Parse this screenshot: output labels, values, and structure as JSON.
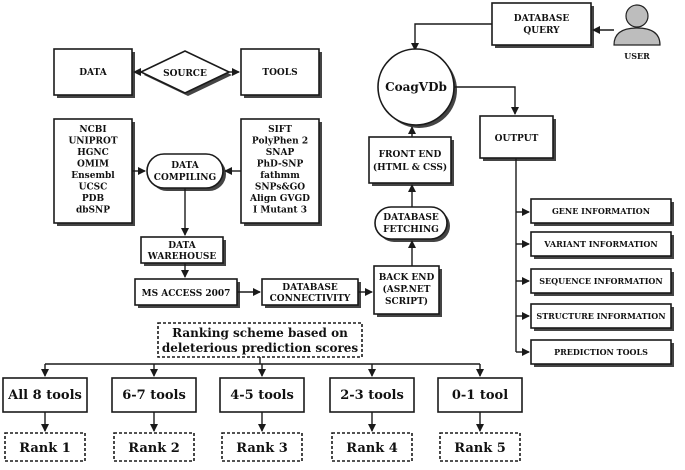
{
  "diagram": {
    "user_label": "USER",
    "database_query": [
      "DATABASE",
      "QUERY"
    ],
    "coagvdb": "CoagVDb",
    "output": "OUTPUT",
    "output_items": [
      "GENE INFORMATION",
      "VARIANT INFORMATION",
      "SEQUENCE INFORMATION",
      "STRUCTURE INFORMATION",
      "PREDICTION TOOLS"
    ],
    "front_end": [
      "FRONT END",
      "(HTML & CSS)"
    ],
    "database_fetching": [
      "DATABASE",
      "FETCHING"
    ],
    "back_end": [
      "BACK END",
      "(ASP.NET",
      "SCRIPT)"
    ],
    "data": "DATA",
    "source": "SOURCE",
    "tools": "TOOLS",
    "data_sources": [
      "NCBI",
      "UNIPROT",
      "HGNC",
      "OMIM",
      "Ensembl",
      "UCSC",
      "PDB",
      "dbSNP"
    ],
    "tool_list": [
      "SIFT",
      "PolyPhen 2",
      "SNAP",
      "PhD-SNP",
      "fathmm",
      "SNPs&GO",
      "Align GVGD",
      "I Mutant 3"
    ],
    "data_compiling": [
      "DATA",
      "COMPILING"
    ],
    "data_warehouse": [
      "DATA",
      "WAREHOUSE"
    ],
    "ms_access": "MS ACCESS 2007",
    "db_connectivity": [
      "DATABASE",
      "CONNECTIVITY"
    ],
    "ranking_scheme": [
      "Ranking scheme based on",
      "deleterious prediction scores"
    ],
    "tool_groups": [
      "All 8 tools",
      "6-7 tools",
      "4-5 tools",
      "2-3 tools",
      "0-1 tool"
    ],
    "ranks": [
      "Rank 1",
      "Rank 2",
      "Rank 3",
      "Rank 4",
      "Rank 5"
    ]
  }
}
